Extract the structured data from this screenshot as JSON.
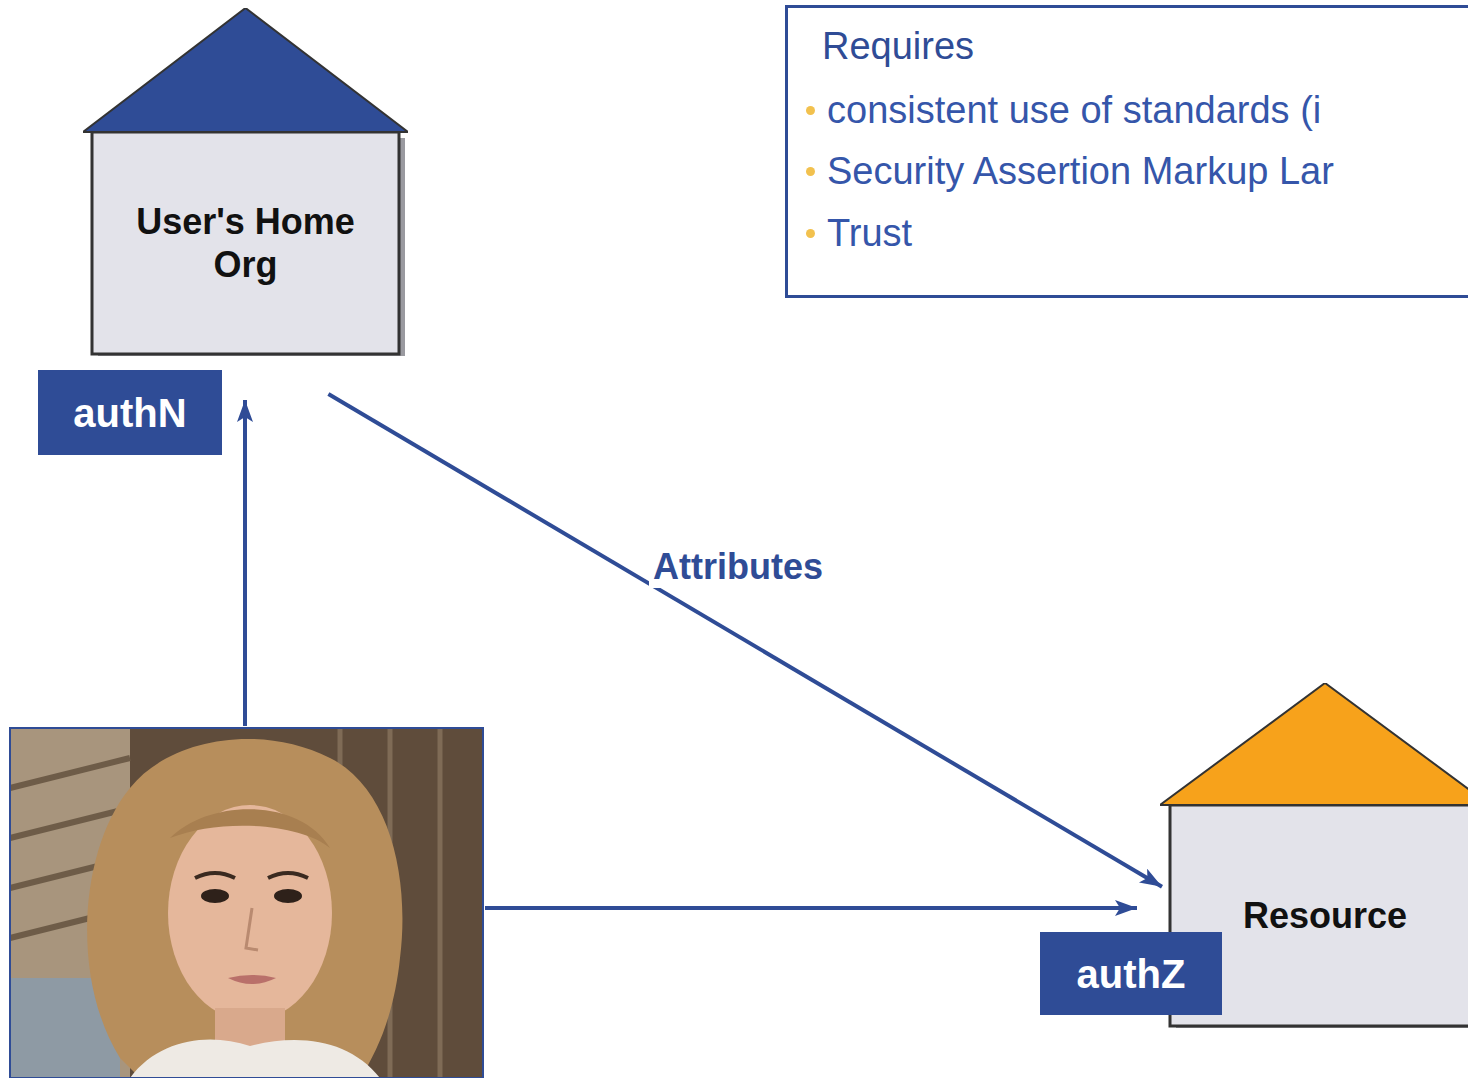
{
  "diagram": {
    "nodes": [
      {
        "text": [
          "User's Home Org"
        ]
      },
      {
        "text": [
          "Requires",
          "consistent use of standards (i",
          "Security Assertion Markup Lar",
          "Trust"
        ]
      },
      {
        "text": [
          "authN"
        ]
      },
      {
        "text": [
          "Resource"
        ]
      },
      {
        "text": [
          "authZ"
        ]
      }
    ],
    "edges": [
      {
        "from": 0,
        "to": 3,
        "label": "Attributes",
        "arrow": "to"
      }
    ]
  }
}
